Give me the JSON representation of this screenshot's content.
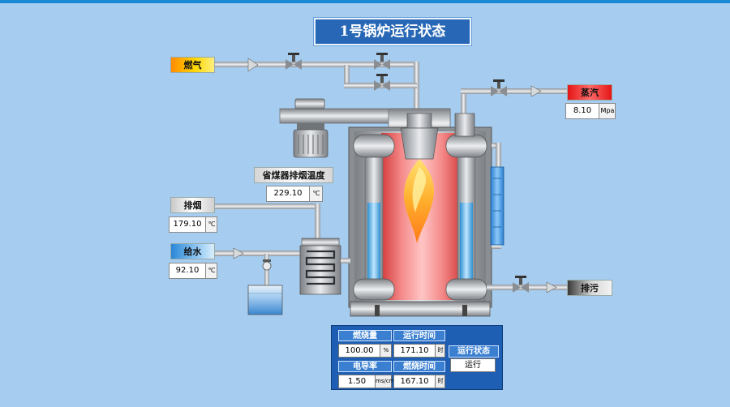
{
  "title": "1号锅炉运行状态",
  "labels": {
    "gas": "燃气",
    "steam": "蒸汽",
    "exhaust": "排烟",
    "feed_water": "给水",
    "sewage": "排污",
    "econ_temp": "省煤器排烟温度"
  },
  "readings": {
    "steam_pressure": {
      "value": "8.10",
      "unit": "Mpa"
    },
    "econ_temp": {
      "value": "229.10",
      "unit": "℃"
    },
    "exhaust_temp": {
      "value": "179.10",
      "unit": "℃"
    },
    "feed_water_temp": {
      "value": "92.10",
      "unit": "℃"
    }
  },
  "panel": {
    "fuel_label": "燃烧量",
    "fuel_value": "100.00",
    "fuel_unit": "%",
    "run_time_label": "运行时间",
    "run_time_value": "171.10",
    "run_time_unit": "时",
    "cond_label": "电导率",
    "cond_value": "1.50",
    "cond_unit": "ms/cm",
    "burn_time_label": "燃烧时间",
    "burn_time_value": "167.10",
    "burn_time_unit": "时",
    "status_label": "运行状态",
    "status_value": "运行"
  },
  "colors": {
    "background": "#a6cdf0",
    "title_bg": "#2767b6",
    "panel_bg": "#1e5eb3",
    "pipe": "#b8bcc0"
  }
}
